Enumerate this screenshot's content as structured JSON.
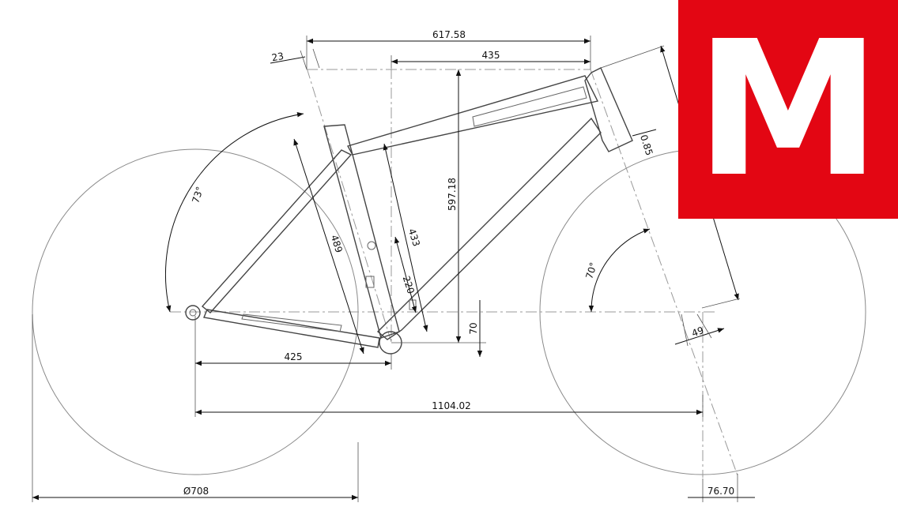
{
  "size_badge": {
    "label": "M",
    "color": "#e30613",
    "text_color": "#ffffff"
  },
  "dimensions": {
    "top_length": "617.58",
    "reach": "435",
    "stack": "597.18",
    "seat_tube_angle": "73°",
    "head_tube_angle": "70°",
    "seat_tube_length": "489",
    "seat_tube_c_t": "433",
    "bb_offset_220": "220",
    "bb_drop": "70",
    "chainstay": "425",
    "wheelbase": "1104.02",
    "wheel_diameter": "708",
    "fork_offset": "49",
    "trail": "76.70",
    "seatpost_offset": "23",
    "headset": "0.85"
  },
  "diameter_symbol": "Ø"
}
